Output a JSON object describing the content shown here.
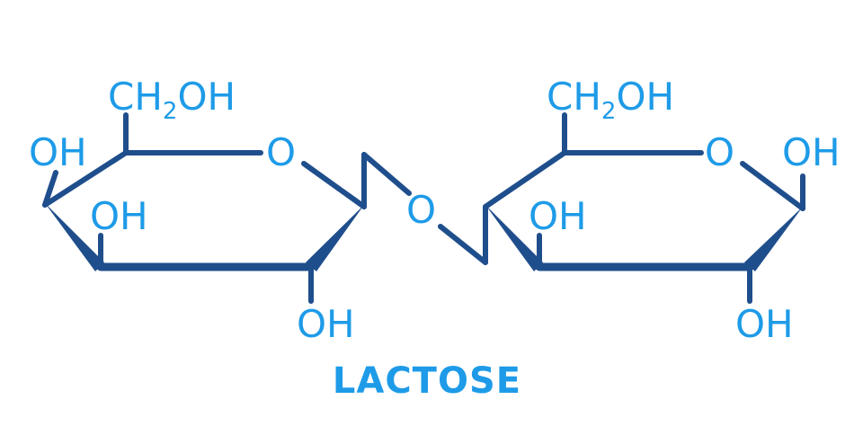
{
  "title": "LACTOSE",
  "colors": {
    "bond": "#1f4e8c",
    "label": "#1e9be8",
    "background": "#ffffff"
  },
  "labels": {
    "ring1_ch2oh_main": "CH",
    "ring1_ch2oh_sub": "2",
    "ring1_ch2oh_tail": "OH",
    "ring1_oh_left": "OH",
    "ring1_oh_inner": "OH",
    "ring1_oh_bottom": "OH",
    "ring1_ring_o": "O",
    "bridge_o": "O",
    "ring2_ch2oh_main": "CH",
    "ring2_ch2oh_sub": "2",
    "ring2_ch2oh_tail": "OH",
    "ring2_oh_inner": "OH",
    "ring2_oh_right": "OH",
    "ring2_oh_bottom": "OH",
    "ring2_ring_o": "O"
  }
}
